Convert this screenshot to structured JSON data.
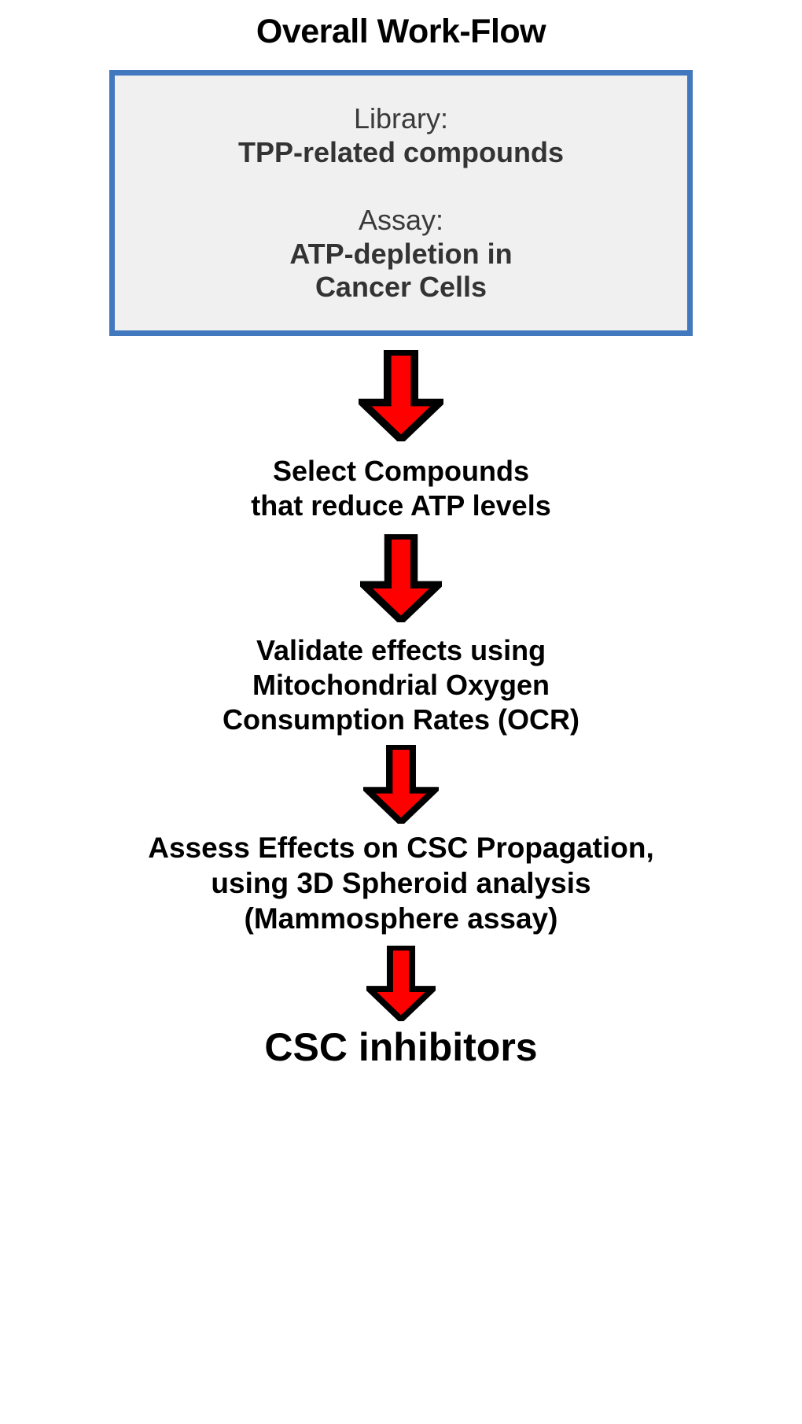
{
  "figure": {
    "title": "Overall Work-Flow",
    "background_color": "#ffffff",
    "accent_border_color": "#4178be",
    "box_fill_color": "#f0f0f0",
    "arrow_color": "#ff0000",
    "arrow_outline_color": "#000000",
    "text_color": "#000000"
  },
  "box": {
    "library_label": "Library:",
    "library_value": "TPP-related compounds",
    "assay_label": "Assay:",
    "assay_value_line1": "ATP-depletion in",
    "assay_value_line2": "Cancer Cells"
  },
  "steps": [
    {
      "id": "select-compounds",
      "line1": "Select Compounds",
      "line2": "that reduce ATP levels",
      "line3": ""
    },
    {
      "id": "validate-ocr",
      "line1": "Validate effects using",
      "line2": "Mitochondrial Oxygen",
      "line3": "Consumption Rates (OCR)"
    },
    {
      "id": "csc-propagation",
      "line1": "Assess Effects on CSC Propagation,",
      "line2": "using 3D Spheroid analysis",
      "line3": "(Mammosphere assay)"
    }
  ],
  "outcome": {
    "label": "CSC inhibitors"
  },
  "arrows": {
    "arrow1_name": "down-arrow-icon",
    "arrow2_name": "down-arrow-icon",
    "arrow3_name": "down-arrow-icon",
    "arrow4_name": "down-arrow-icon"
  }
}
